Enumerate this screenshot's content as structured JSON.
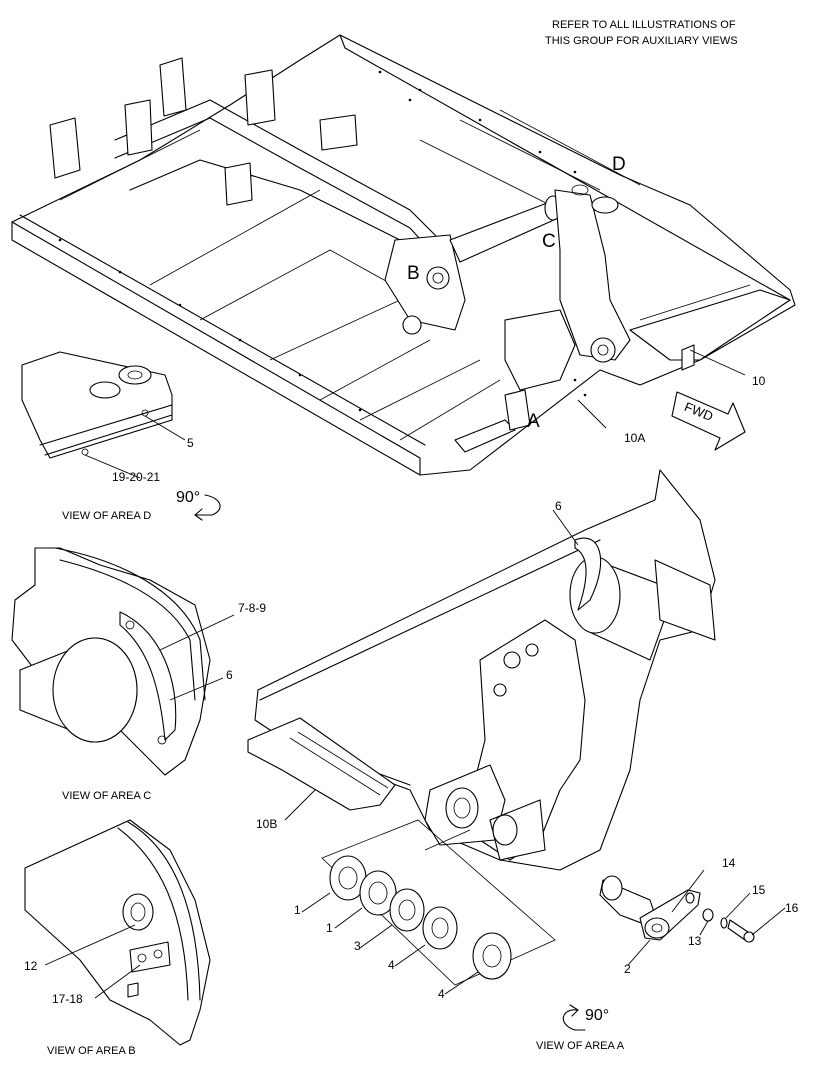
{
  "note_line1": "REFER TO ALL ILLUSTRATIONS OF",
  "note_line2": "THIS GROUP FOR AUXILIARY VIEWS",
  "area_letters": {
    "a": "A",
    "b": "B",
    "c": "C",
    "d": "D"
  },
  "fwd_label": "FWD",
  "rotate_label_d": "90°",
  "rotate_label_a": "90°",
  "views": {
    "d": "VIEW OF AREA D",
    "c": "VIEW OF AREA C",
    "b": "VIEW OF AREA B",
    "a": "VIEW OF AREA A"
  },
  "callouts": {
    "c10": "10",
    "c10a": "10A",
    "c5": "5",
    "c19_20_21": "19-20-21",
    "c6_top": "6",
    "c7_8_9": "7-8-9",
    "c6_c": "6",
    "c10b": "10B",
    "c1a": "1",
    "c1b": "1",
    "c3": "3",
    "c4a": "4",
    "c4b": "4",
    "c2": "2",
    "c13": "13",
    "c14": "14",
    "c15": "15",
    "c16": "16",
    "c12": "12",
    "c17_18": "17-18"
  }
}
